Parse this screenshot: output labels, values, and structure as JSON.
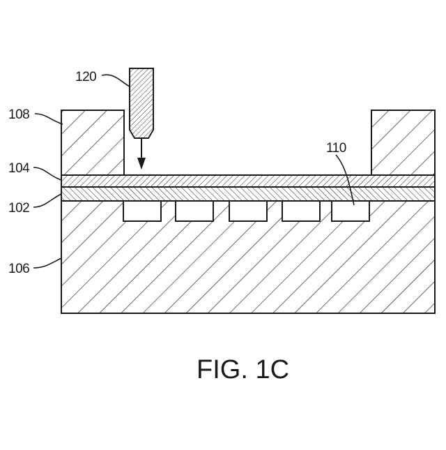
{
  "figure": {
    "caption": "FIG. 1C",
    "labels": {
      "tool": "120",
      "pillar": "108",
      "top_layer": "104",
      "mid_layer": "102",
      "substrate": "106",
      "cavity": "110"
    },
    "colors": {
      "ink": "#1a1a1a",
      "background": "#ffffff"
    },
    "structure": {
      "cavity_count": 5
    }
  }
}
